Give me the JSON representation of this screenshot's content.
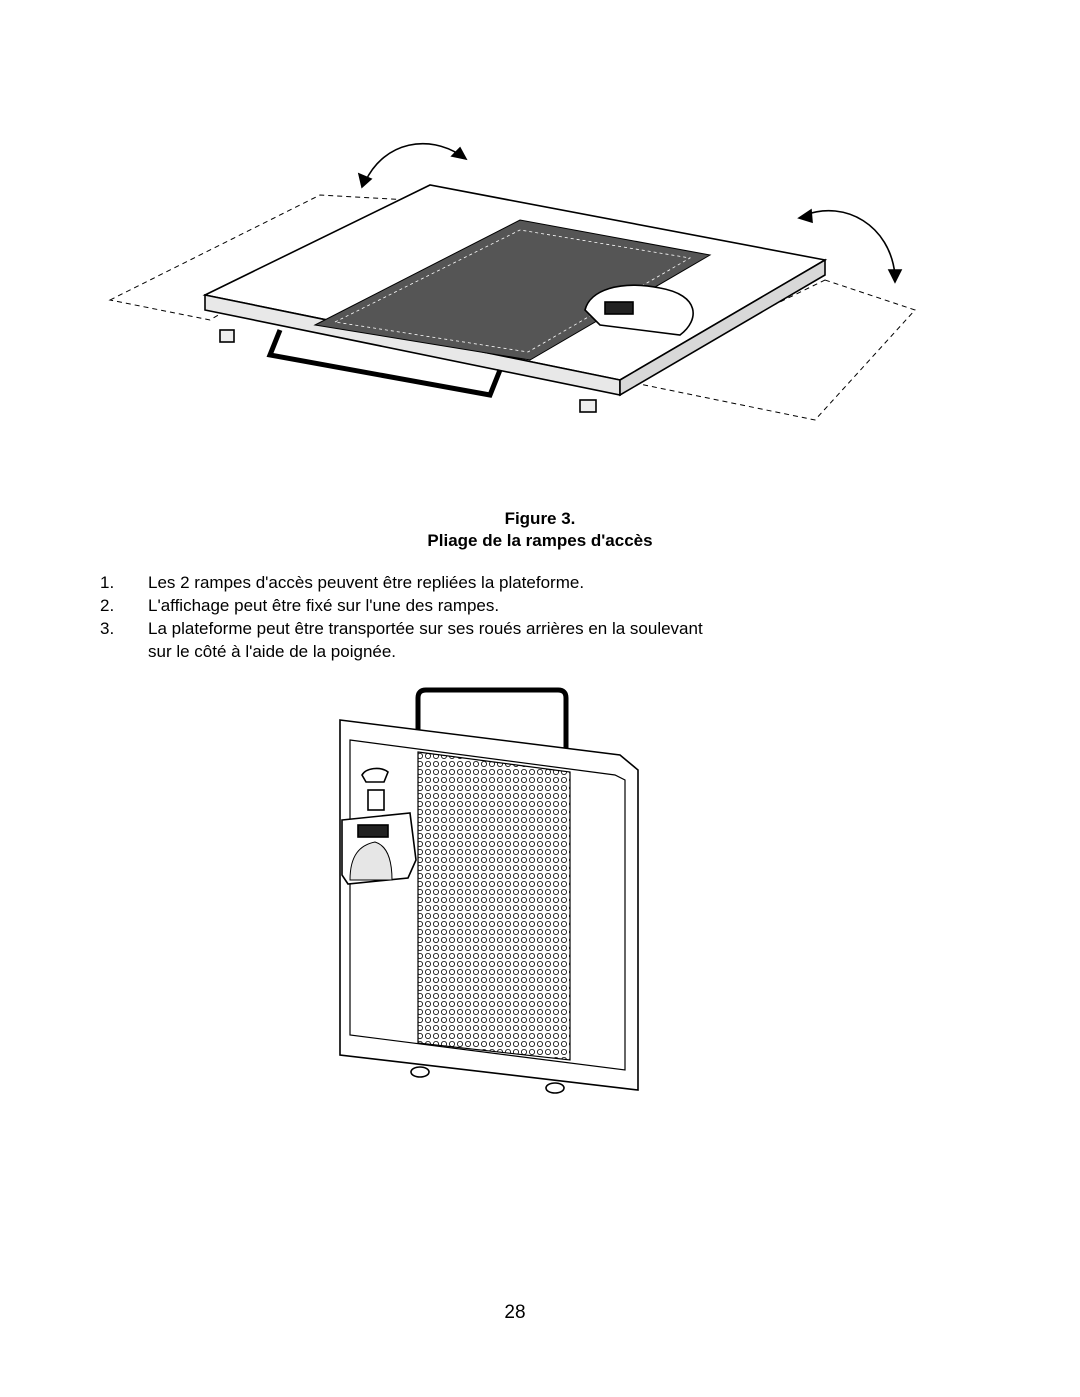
{
  "figure": {
    "title": "Figure 3.",
    "subtitle": "Pliage de la rampes d'accès"
  },
  "steps": [
    {
      "num": "1.",
      "text": "Les 2 rampes d'accès peuvent être repliées la plateforme."
    },
    {
      "num": "2.",
      "text": "L'affichage peut être fixé sur l'une des rampes."
    },
    {
      "num": "3.",
      "text": "La plateforme peut être transportée sur ses roués arrières en la soulevant sur le côté à l'aide de la poignée."
    }
  ],
  "page_number": "28"
}
